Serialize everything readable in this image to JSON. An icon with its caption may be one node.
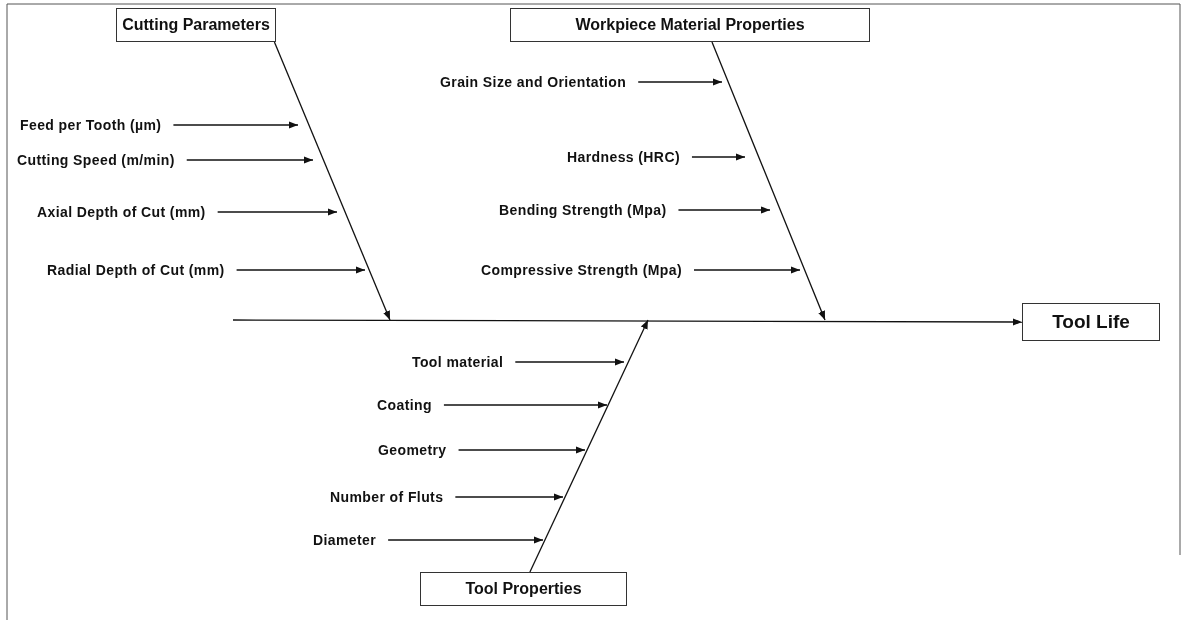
{
  "diagram": {
    "nodes": [
      {
        "text": [
          "Cutting Parameters"
        ]
      },
      {
        "text": [
          "Feed per Tooth (µm)"
        ]
      },
      {
        "text": [
          "Cutting Speed (m/min)"
        ]
      },
      {
        "text": [
          "Axial Depth of Cut (mm)"
        ]
      },
      {
        "text": [
          "Radial Depth of Cut (mm)"
        ]
      },
      {
        "text": [
          "Workpiece Material Properties"
        ]
      },
      {
        "text": [
          "Grain Size and Orientation"
        ]
      },
      {
        "text": [
          "Hardness (HRC)"
        ]
      },
      {
        "text": [
          "Bending Strength (Mpa)"
        ]
      },
      {
        "text": [
          "Compressive Strength (Mpa)"
        ]
      },
      {
        "text": [
          "Tool material"
        ]
      },
      {
        "text": [
          "Coating"
        ]
      },
      {
        "text": [
          "Geometry"
        ]
      },
      {
        "text": [
          "Number of Fluts"
        ]
      },
      {
        "text": [
          "Diameter"
        ]
      },
      {
        "text": [
          "Tool Properties"
        ]
      },
      {
        "text": [
          "Tool Life"
        ]
      }
    ],
    "edges": [
      {
        "from": 0,
        "to": null,
        "arrow": "to"
      },
      {
        "from": 1,
        "to": null,
        "arrow": "to"
      },
      {
        "from": 2,
        "to": null,
        "arrow": "to"
      },
      {
        "from": 3,
        "to": null,
        "arrow": "to"
      },
      {
        "from": 4,
        "to": null,
        "arrow": "to"
      },
      {
        "from": 5,
        "to": null,
        "arrow": "to"
      },
      {
        "from": 6,
        "to": null,
        "arrow": "to"
      },
      {
        "from": 7,
        "to": null,
        "arrow": "to"
      },
      {
        "from": 8,
        "to": null,
        "arrow": "to"
      },
      {
        "from": 9,
        "to": null,
        "arrow": "to"
      },
      {
        "from": 10,
        "to": null,
        "arrow": "to"
      },
      {
        "from": 11,
        "to": null,
        "arrow": "to"
      },
      {
        "from": 12,
        "to": null,
        "arrow": "to"
      },
      {
        "from": 13,
        "to": null,
        "arrow": "to"
      },
      {
        "from": 14,
        "to": null,
        "arrow": "to"
      },
      {
        "from": 15,
        "to": null,
        "arrow": "to"
      },
      {
        "from": null,
        "to": 16,
        "arrow": "to"
      }
    ]
  }
}
